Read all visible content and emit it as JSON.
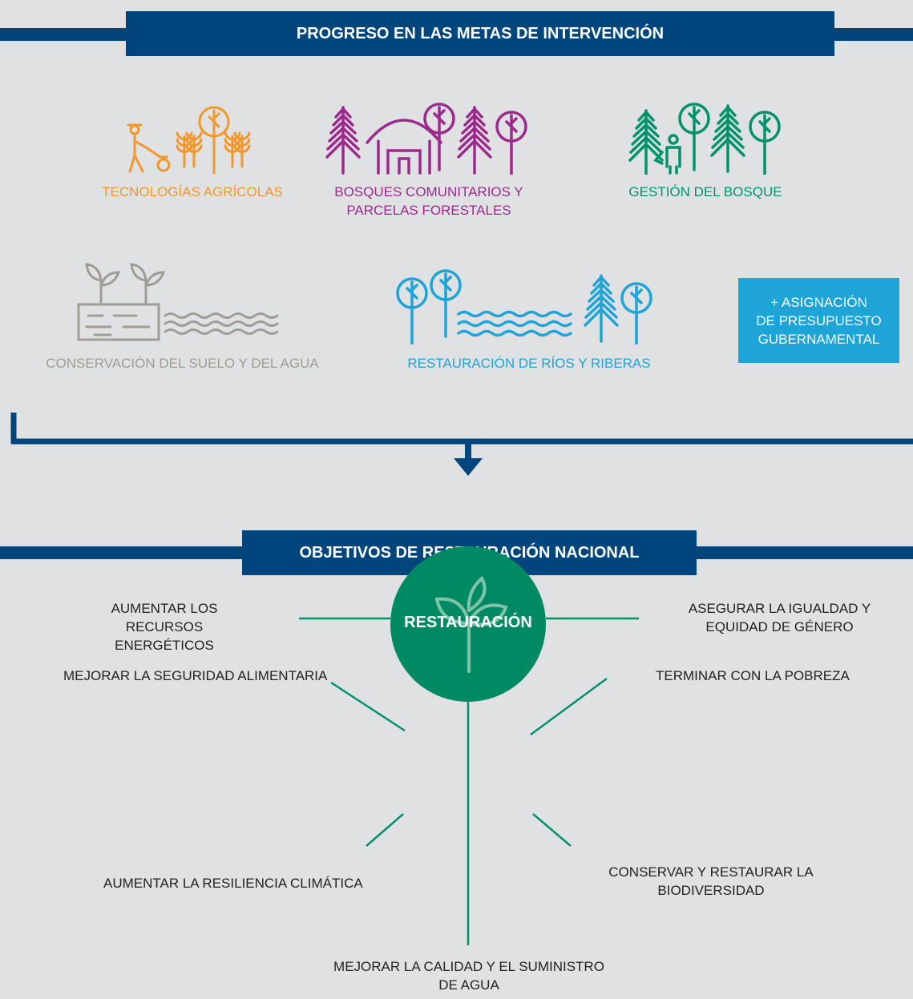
{
  "colors": {
    "navy": "#00457c",
    "orange": "#f2972a",
    "purple": "#9c2a8e",
    "green": "#00936b",
    "gray": "#a09d96",
    "blue": "#1fa4d8",
    "hub_green": "#008a63"
  },
  "section_top": {
    "title": "PROGRESO EN LAS METAS DE INTERVENCIÓN"
  },
  "interventions": [
    {
      "label": "TECNOLOGÍAS AGRÍCOLAS",
      "icon": "farmer-wheat-icon"
    },
    {
      "label_line1": "BOSQUES COMUNITARIOS Y",
      "label_line2": "PARCELAS FORESTALES",
      "icon": "community-forest-hut-icon"
    },
    {
      "label": "GESTIÓN DEL BOSQUE",
      "icon": "forest-ranger-trees-icon"
    },
    {
      "label": "CONSERVACIÓN DEL SUELO Y DEL AGUA",
      "icon": "soil-sprouts-water-icon"
    },
    {
      "label": "RESTAURACIÓN DE RÍOS Y RIBERAS",
      "icon": "river-trees-icon"
    }
  ],
  "budget": {
    "line1": "+ ASIGNACIÓN",
    "line2": "DE PRESUPUESTO",
    "line3": "GUBERNAMENTAL"
  },
  "section_bottom": {
    "title": "OBJETIVOS DE RESTAURACIÓN NACIONAL"
  },
  "hub": {
    "label": "RESTAURACIÓN",
    "icon": "sprout-icon"
  },
  "goals": {
    "food": "MEJORAR LA SEGURIDAD ALIMENTARIA",
    "poverty": "TERMINAR CON LA POBREZA",
    "energy_1": "AUMENTAR LOS RECURSOS",
    "energy_2": "ENERGÉTICOS",
    "gender_1": "ASEGURAR LA IGUALDAD Y",
    "gender_2": "EQUIDAD DE GÉNERO",
    "climate": "AUMENTAR LA RESILIENCIA CLIMÁTICA",
    "biodiv_1": "CONSERVAR Y RESTAURAR LA",
    "biodiv_2": "BIODIVERSIDAD",
    "water_1": "MEJORAR LA CALIDAD Y EL SUMINISTRO",
    "water_2": "DE AGUA"
  }
}
